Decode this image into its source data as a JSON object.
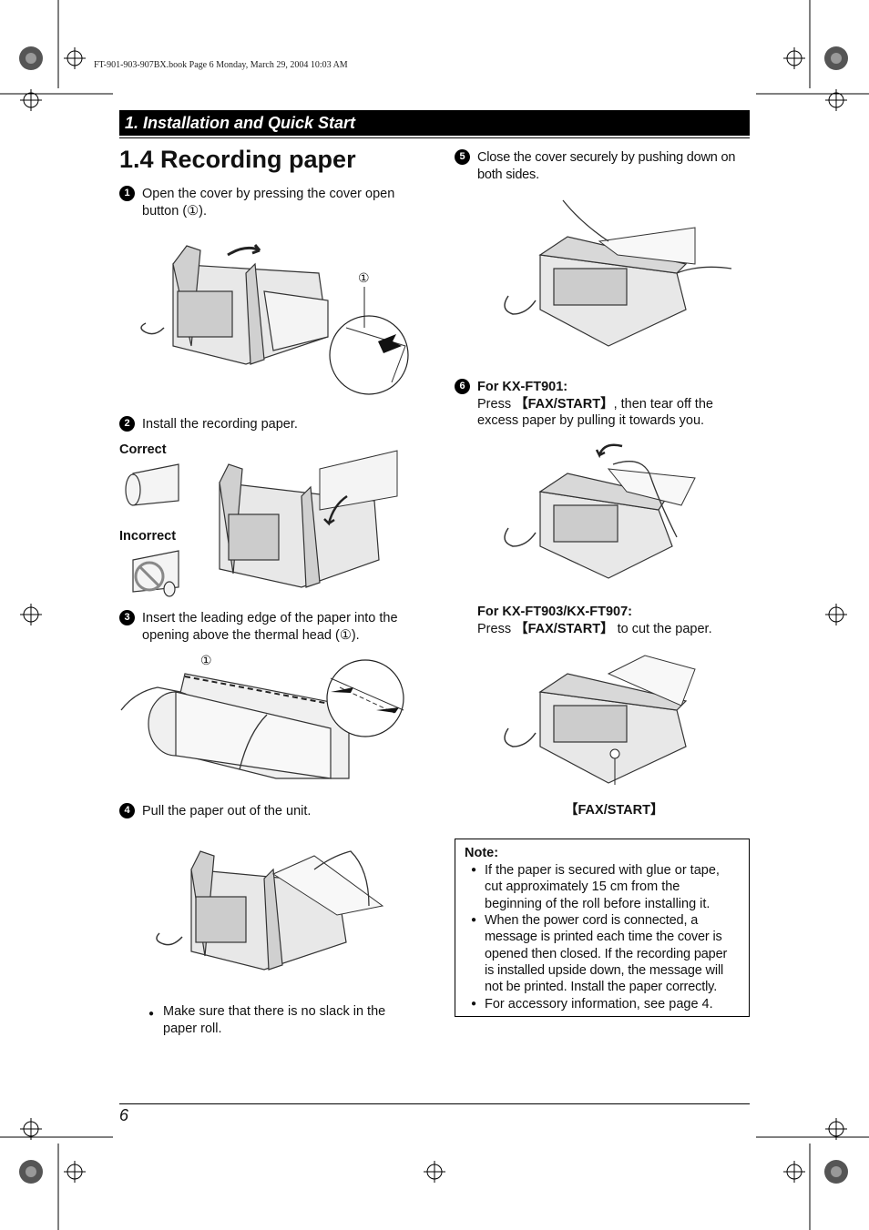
{
  "header_meta": "FT-901-903-907BX.book  Page 6  Monday, March 29, 2004  10:03 AM",
  "section_title": "1. Installation and Quick Start",
  "page_title": "1.4 Recording paper",
  "steps": [
    {
      "num": "1",
      "lines": [
        "Open the cover by pressing the cover open",
        "button (①)."
      ]
    },
    {
      "num": "2",
      "lines": [
        "Install the recording paper."
      ]
    },
    {
      "num": "3",
      "lines": [
        "Insert the leading edge of the paper into the",
        "opening above the thermal head (①)."
      ]
    },
    {
      "num": "4",
      "lines": [
        "Pull the paper out of the unit."
      ]
    },
    {
      "num": "5",
      "lines": [
        "Close the cover securely by pushing down on",
        "both sides."
      ]
    },
    {
      "num": "6",
      "heading": "For KX-FT901:",
      "line1_pre": "Press ",
      "line1_key": "【FAX/START】",
      "line1_post": ", then tear off the",
      "line2": "excess paper by pulling it towards you."
    }
  ],
  "labels": {
    "correct": "Correct",
    "incorrect": "Incorrect",
    "callout_1": "①",
    "fax_start": "【FAX/START】"
  },
  "step6b": {
    "heading": "For KX-FT903/KX-FT907:",
    "pre": "Press ",
    "key": "【FAX/START】",
    "post": " to cut the paper."
  },
  "step4_bullet": [
    "Make sure that there is no slack in the",
    "paper roll."
  ],
  "note": {
    "title": "Note:",
    "items": [
      [
        "If the paper is secured with glue or tape,",
        "cut approximately 15 cm from the",
        "beginning of the roll before installing it."
      ],
      [
        "When the power cord is connected, a",
        "message is printed each time the cover is",
        "opened then closed. If the recording paper",
        "is installed upside down, the message will",
        "not be printed. Install the paper correctly."
      ],
      [
        "For accessory information, see page 4."
      ]
    ]
  },
  "page_number": "6"
}
